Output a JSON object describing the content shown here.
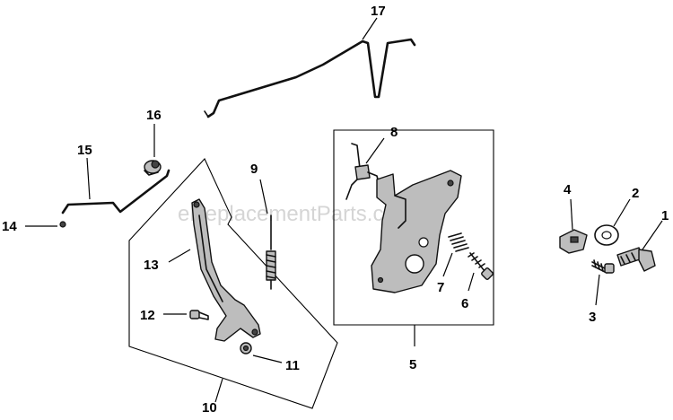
{
  "watermark": "eReplacementParts.com",
  "callouts": {
    "c1": "1",
    "c2": "2",
    "c3": "3",
    "c4": "4",
    "c5": "5",
    "c6": "6",
    "c7": "7",
    "c8": "8",
    "c9": "9",
    "c10": "10",
    "c11": "11",
    "c12": "12",
    "c13": "13",
    "c14": "14",
    "c15": "15",
    "c16": "16",
    "c17": "17"
  }
}
